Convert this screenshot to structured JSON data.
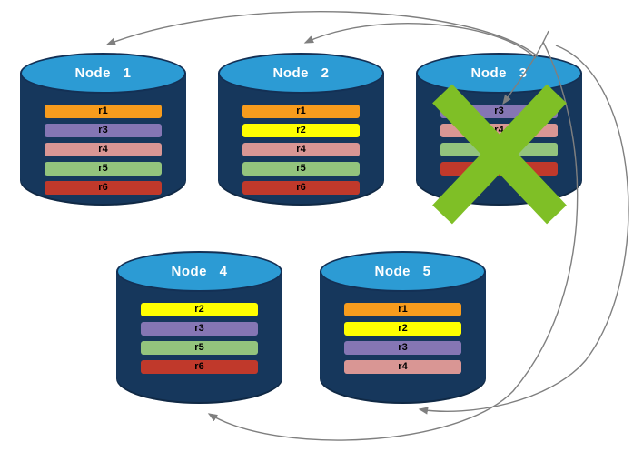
{
  "nodes": [
    {
      "label": "Node 1",
      "replicas": [
        "r1",
        "r3",
        "r4",
        "r5",
        "r6"
      ],
      "failed": false
    },
    {
      "label": "Node 2",
      "replicas": [
        "r1",
        "r2",
        "r4",
        "r5",
        "r6"
      ],
      "failed": false
    },
    {
      "label": "Node 3",
      "replicas": [
        "r3",
        "r4",
        "r5",
        "r6"
      ],
      "failed": true
    },
    {
      "label": "Node 4",
      "replicas": [
        "r2",
        "r3",
        "r5",
        "r6"
      ],
      "failed": false
    },
    {
      "label": "Node 5",
      "replicas": [
        "r1",
        "r2",
        "r3",
        "r4"
      ],
      "failed": false
    }
  ],
  "failed_node_label": "Node 3",
  "colors": {
    "r1": "#F79C1D",
    "r2": "#FFFF00",
    "r3": "#8576B4",
    "r4": "#D99694",
    "r5": "#93C47D",
    "r6": "#C0392B",
    "cylinder_body": "#16375C",
    "cylinder_top": "#2C9BD4",
    "failed_x": "#7FBF26",
    "arrow": "#7F7F7F",
    "node_label_text": "#FFFFFF",
    "bar_text": "#000000"
  }
}
